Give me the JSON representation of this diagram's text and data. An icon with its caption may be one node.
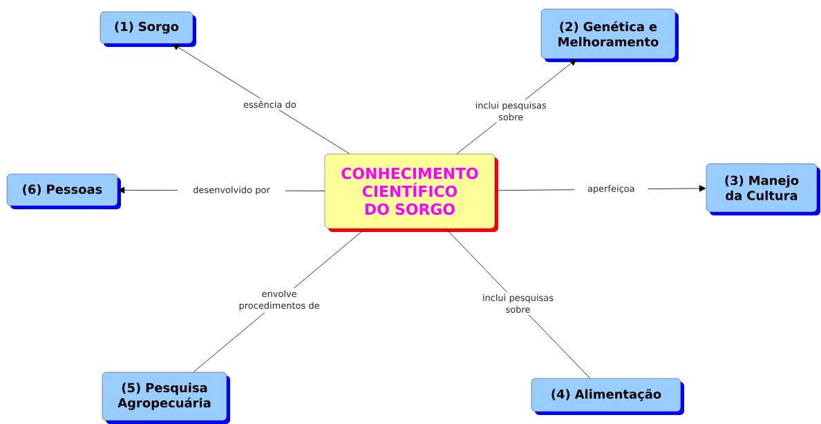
{
  "diagram": {
    "nodes": [
      {
        "text": [
          "(1) Sorgo"
        ]
      },
      {
        "text": [
          "(2) Genética e Melhoramento"
        ]
      },
      {
        "text": [
          "(6) Pessoas"
        ]
      },
      {
        "text": [
          "CONHECIMENTO CIENTÍFICO DO SORGO"
        ]
      },
      {
        "text": [
          "(3) Manejo da Cultura"
        ]
      },
      {
        "text": [
          "(5) Pesquisa Agropecuária"
        ]
      },
      {
        "text": [
          "(4) Alimentação"
        ]
      }
    ],
    "edges": [
      {
        "from": 3,
        "to": 0,
        "arrow": "to",
        "label": "essência do"
      },
      {
        "from": 3,
        "to": 1,
        "arrow": "to",
        "label": "inclui pesquisas sobre"
      },
      {
        "from": 3,
        "to": 2,
        "arrow": "to",
        "label": "desenvolvido por"
      },
      {
        "from": 3,
        "to": 4,
        "arrow": "to",
        "label": "aperfeiçoa"
      },
      {
        "from": 3,
        "to": 5,
        "arrow": "none",
        "label": "envolve procedimentos de"
      },
      {
        "from": 3,
        "to": 6,
        "arrow": "none",
        "label": "inclui pesquisas sobre"
      }
    ]
  }
}
